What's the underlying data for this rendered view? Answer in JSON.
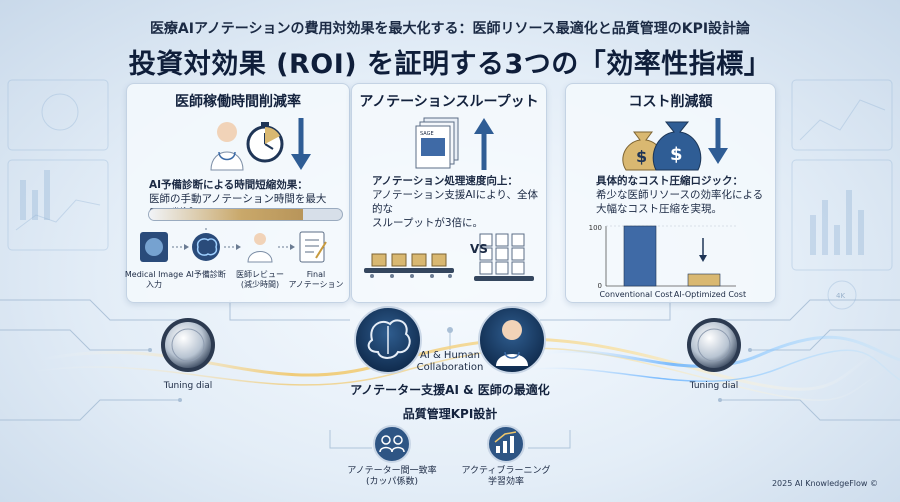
{
  "header": {
    "subtitle": "医療AIアノテーションの費用対効果を最大化する：医師リソース最適化と品質管理のKPI設計論",
    "title": "投資対効果 (ROI) を証明する3つの「効率性指標」"
  },
  "cards": {
    "doctor_time": {
      "title": "医師稼働時間削減率",
      "text_line1": "AI予備診断による時間短縮効果：",
      "text_line2": "医師の手動アノテーション時間を最大80%削減。",
      "progress": 0.8,
      "flow": [
        {
          "label": "Medical Image\n入力"
        },
        {
          "label": "AI予備診断"
        },
        {
          "label": "医師レビュー\n(減少時間)"
        },
        {
          "label": "Final\nアノテーション"
        }
      ]
    },
    "throughput": {
      "title": "アノテーションスループット",
      "doc_label": "SAGE",
      "text_line1": "アノテーション処理速度向上：",
      "text_line2": "アノテーション支援AIにより、全体的な",
      "text_line3": "スループットが3倍に。",
      "vs": "VS"
    },
    "cost": {
      "title": "コスト削減額",
      "text_line1": "具体的なコスト圧縮ロジック：",
      "text_line2": "希少な医師リソースの効率化による",
      "text_line3": "大幅なコスト圧縮を実現。"
    }
  },
  "chart_data": {
    "type": "bar",
    "categories": [
      "Conventional Cost",
      "AI-Optimized Cost"
    ],
    "values": [
      100,
      20
    ],
    "ylim": [
      0,
      100
    ],
    "yticks": [
      "100",
      "0"
    ],
    "colors": [
      "#3f6aa6",
      "#d9b871"
    ]
  },
  "hub": {
    "label_line1": "AI & Human",
    "label_line2": "Collaboration",
    "caption": "アノテーター支援AI & 医師の最適化"
  },
  "dials": {
    "left_label": "Tuning dial",
    "right_label": "Tuning dial"
  },
  "kpi": {
    "title": "品質管理KPI設計",
    "left_line1": "アノテーター間一致率",
    "left_line2": "(カッパ係数)",
    "right_line1": "アクティブラーニング",
    "right_line2": "学習効率"
  },
  "deco": {
    "badge": "4K"
  },
  "footer": {
    "copyright": "2025 AI KnowledgeFlow ©"
  }
}
